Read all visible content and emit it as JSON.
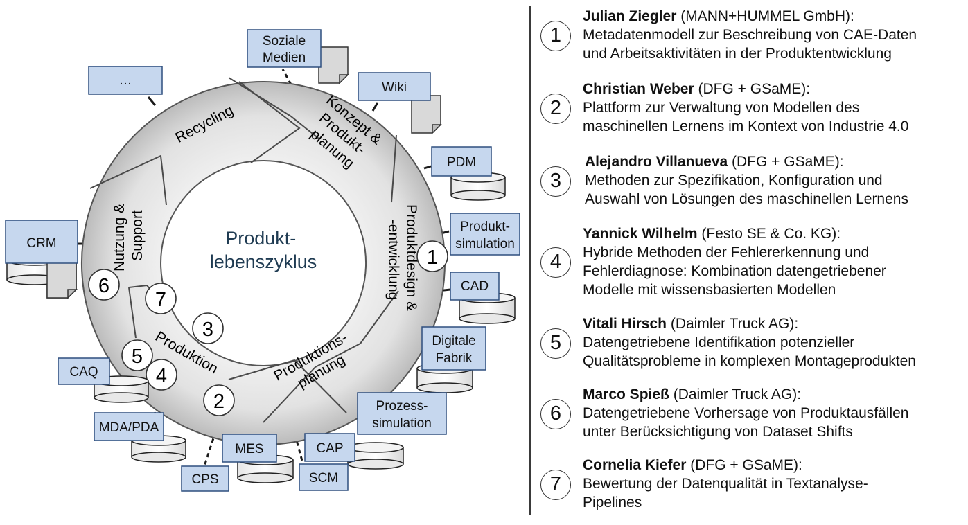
{
  "cycle": {
    "center_lines": [
      "Produkt-",
      "lebenszyklus"
    ],
    "phases": [
      {
        "id": "konzept",
        "lines": [
          "Konzept &",
          "Produkt-",
          "planung"
        ]
      },
      {
        "id": "design",
        "lines": [
          "Produktdesign &",
          "-entwicklung"
        ]
      },
      {
        "id": "prodplanung",
        "lines": [
          "Produktions-",
          "planung"
        ]
      },
      {
        "id": "produktion",
        "lines": [
          "Produktion"
        ]
      },
      {
        "id": "nutzung",
        "lines": [
          "Nutzung &",
          "Support"
        ]
      },
      {
        "id": "recycling",
        "lines": [
          "Recycling"
        ]
      }
    ],
    "markers": [
      "1",
      "2",
      "3",
      "4",
      "5",
      "6",
      "7"
    ]
  },
  "systems": [
    {
      "id": "soziale-medien",
      "lines": [
        "Soziale",
        "Medien"
      ]
    },
    {
      "id": "wiki",
      "lines": [
        "Wiki"
      ]
    },
    {
      "id": "pdm",
      "lines": [
        "PDM"
      ]
    },
    {
      "id": "produktsimulation",
      "lines": [
        "Produkt-",
        "simulation"
      ]
    },
    {
      "id": "cad",
      "lines": [
        "CAD"
      ]
    },
    {
      "id": "digitale-fabrik",
      "lines": [
        "Digitale",
        "Fabrik"
      ]
    },
    {
      "id": "prozesssimulation",
      "lines": [
        "Prozess-",
        "simulation"
      ]
    },
    {
      "id": "cap",
      "lines": [
        "CAP"
      ]
    },
    {
      "id": "scm",
      "lines": [
        "SCM"
      ]
    },
    {
      "id": "mes",
      "lines": [
        "MES"
      ]
    },
    {
      "id": "cps",
      "lines": [
        "CPS"
      ]
    },
    {
      "id": "mda-pda",
      "lines": [
        "MDA/PDA"
      ]
    },
    {
      "id": "caq",
      "lines": [
        "CAQ"
      ]
    },
    {
      "id": "crm",
      "lines": [
        "CRM"
      ]
    },
    {
      "id": "dots",
      "lines": [
        "…"
      ]
    }
  ],
  "entries": [
    {
      "num": "1",
      "name": "Julian Ziegler",
      "affiliation": " (MANN+HUMMEL GmbH):",
      "lines": [
        "Metadatenmodell zur Beschreibung von CAE-Daten",
        "und Arbeitsaktivitäten in der Produktentwicklung"
      ]
    },
    {
      "num": "2",
      "name": "Christian Weber",
      "affiliation": " (DFG + GSaME):",
      "lines": [
        "Plattform zur Verwaltung von Modellen des",
        "maschinellen Lernens im Kontext von Industrie 4.0"
      ]
    },
    {
      "num": "3",
      "name": "Alejandro Villanueva",
      "affiliation": " (DFG + GSaME):",
      "lines": [
        "Methoden zur Spezifikation, Konfiguration und",
        "Auswahl von Lösungen des maschinellen Lernens"
      ]
    },
    {
      "num": "4",
      "name": "Yannick Wilhelm",
      "affiliation": " (Festo SE & Co. KG):",
      "lines": [
        "Hybride Methoden der Fehlererkennung und",
        "Fehlerdiagnose: Kombination datengetriebener",
        "Modelle mit wissensbasierten Modellen"
      ]
    },
    {
      "num": "5",
      "name": "Vitali Hirsch",
      "affiliation": " (Daimler Truck AG):",
      "lines": [
        "Datengetriebene Identifikation potenzieller",
        "Qualitätsprobleme in komplexen Montageprodukten"
      ]
    },
    {
      "num": "6",
      "name": "Marco Spieß",
      "affiliation": " (Daimler Truck AG):",
      "lines": [
        "Datengetriebene Vorhersage von Produktausfällen",
        "unter Berücksichtigung von Dataset Shifts"
      ]
    },
    {
      "num": "7",
      "name": "Cornelia Kiefer",
      "affiliation": " (DFG + GSaME):",
      "lines": [
        "Bewertung der Datenqualität in Textanalyse-",
        "Pipelines"
      ]
    }
  ]
}
